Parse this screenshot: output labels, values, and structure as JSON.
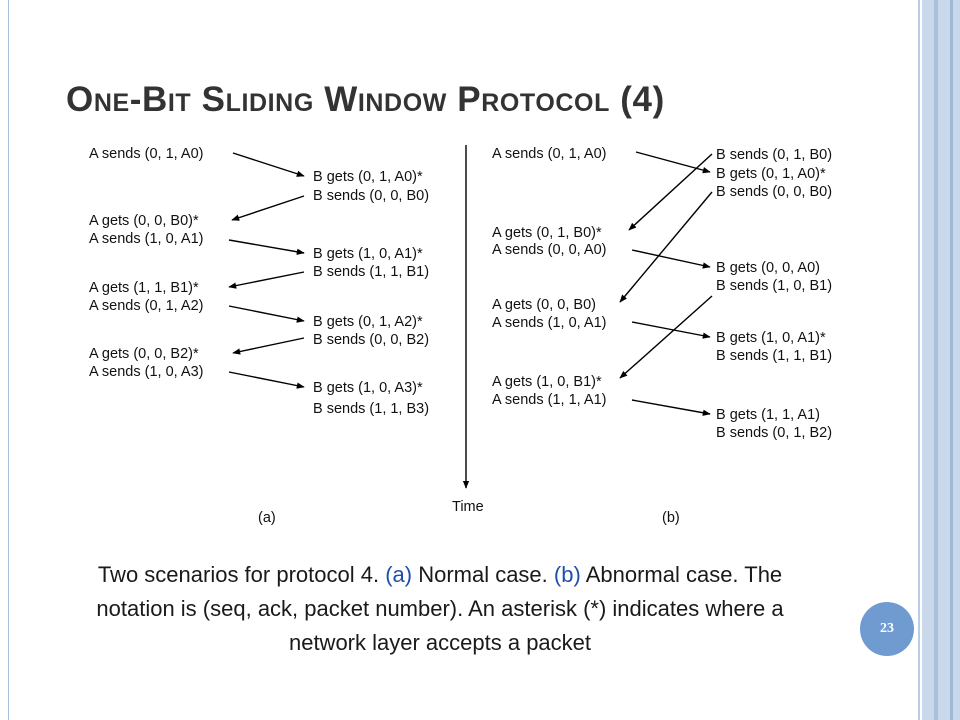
{
  "slide": {
    "title": "One-Bit Sliding Window Protocol (4)",
    "page_number": "23",
    "accent_color": "#6f9bd0"
  },
  "diagram": {
    "time_label": "Time",
    "panel_a": {
      "label": "(a)",
      "left": [
        "A sends (0, 1, A0)",
        "A gets (0, 0, B0)*",
        "A sends (1, 0, A1)",
        "A gets (1, 1, B1)*",
        "A sends (0, 1, A2)",
        "A gets (0, 0, B2)*",
        "A sends (1, 0, A3)"
      ],
      "right": [
        "B gets (0, 1, A0)*",
        "B sends (0, 0, B0)",
        "B gets (1, 0, A1)*",
        "B sends (1, 1, B1)",
        "B gets (0, 1, A2)*",
        "B sends (0, 0, B2)",
        "B gets (1, 0, A3)*",
        "B sends (1, 1, B3)"
      ]
    },
    "panel_b": {
      "label": "(b)",
      "left": [
        "A sends (0, 1, A0)",
        "A gets (0, 1, B0)*",
        "A sends (0, 0, A0)",
        "A gets (0, 0, B0)",
        "A sends (1, 0, A1)",
        "A gets (1, 0, B1)*",
        "A sends (1, 1, A1)"
      ],
      "right": [
        "B sends (0, 1, B0)",
        "B gets (0, 1, A0)*",
        "B sends (0, 0, B0)",
        "B gets (0, 0, A0)",
        "B sends (1, 0, B1)",
        "B gets (1, 0, A1)*",
        "B sends (1, 1, B1)",
        "B gets (1, 1, A1)",
        "B sends (0, 1, B2)"
      ]
    }
  },
  "caption": {
    "part1": "Two scenarios for protocol 4. ",
    "a_ref": "(a)",
    "part2": " Normal case. ",
    "b_ref": "(b)",
    "part3": " Abnormal case. The notation is (seq, ack, packet number). An asterisk (*) indicates where a network layer accepts a packet"
  }
}
